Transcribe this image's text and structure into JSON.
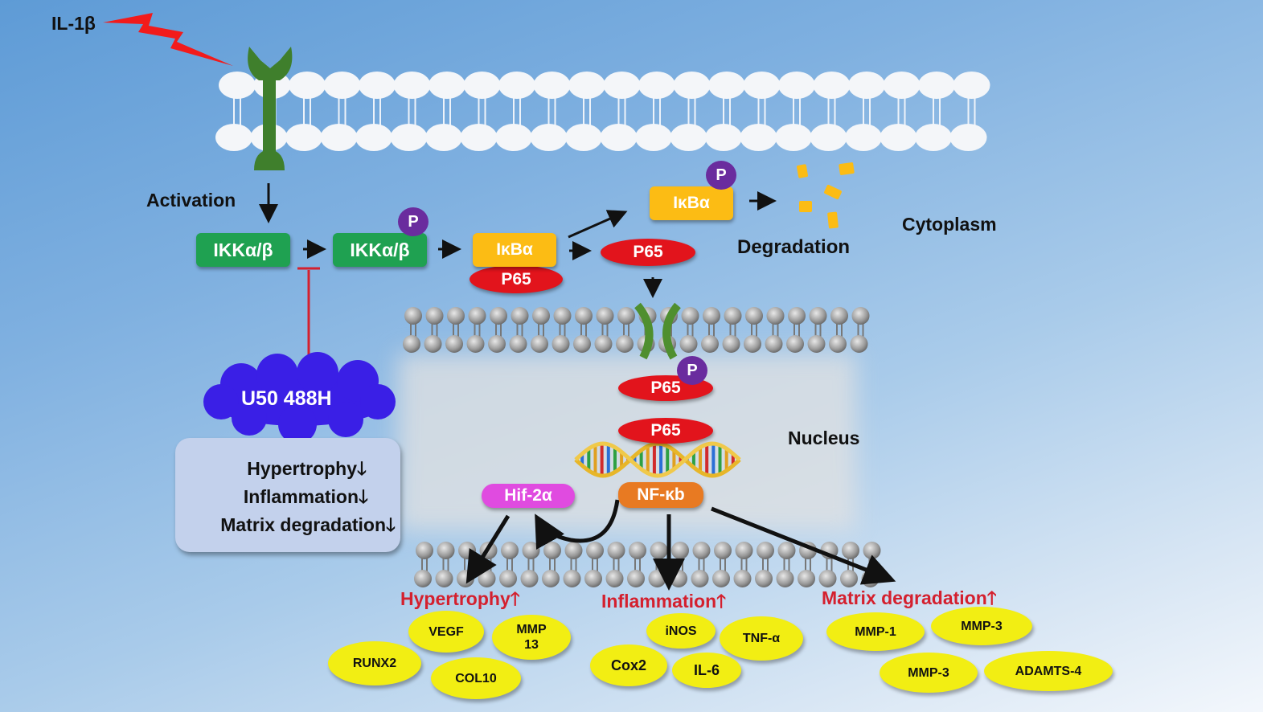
{
  "ligand": {
    "label": "IL-1β"
  },
  "labels": {
    "activation": "Activation",
    "degradation": "Degradation",
    "cytoplasm": "Cytoplasm",
    "nucleus": "Nucleus"
  },
  "proteins": {
    "ikk_inactive": "IKKα/β",
    "ikk_active": "IKKα/β",
    "ikba_complex": "IκBα",
    "p65_complex": "P65",
    "ikba_phos": "IκBα",
    "p65_free": "P65",
    "p65_nuclear_phos": "P65",
    "p65_dna": "P65",
    "hif2a": "Hif-2α",
    "nfkb": "NF-κb",
    "phospho_mark": "P"
  },
  "drug": {
    "label": "U50 488H"
  },
  "drug_effects": [
    {
      "label": "Hypertrophy",
      "direction": "down"
    },
    {
      "label": "Inflammation",
      "direction": "down"
    },
    {
      "label": "Matrix degradation",
      "direction": "down"
    }
  ],
  "outcome_groups": [
    {
      "label": "Hypertrophy",
      "direction": "up",
      "genes": [
        "VEGF",
        "MMP 13",
        "RUNX2",
        "COL10"
      ]
    },
    {
      "label": "Inflammation",
      "direction": "up",
      "genes": [
        "iNOS",
        "TNF-α",
        "Cox2",
        "IL-6"
      ]
    },
    {
      "label": "Matrix degradation",
      "direction": "up",
      "genes": [
        "MMP-1",
        "MMP-3",
        "MMP-3",
        "ADAMTS-4"
      ]
    }
  ],
  "arrows": {
    "down": "🡓",
    "up": "🡑"
  },
  "colors": {
    "ikk": "#1fa151",
    "ikba": "#fcbc14",
    "p65": "#e2141c",
    "phospho": "#6a2c9e",
    "hif2a": "#e04be0",
    "nfkb": "#e87a22",
    "drug": "#3a1fe6",
    "gene": "#f2ee13",
    "inhibit": "#d4202e"
  }
}
